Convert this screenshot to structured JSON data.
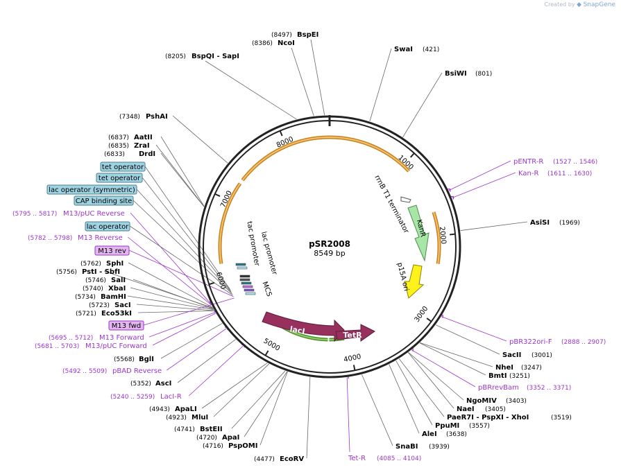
{
  "watermark": {
    "created_by": "Created by",
    "brand": "SnapGene"
  },
  "plasmid": {
    "name": "pSR2008",
    "length_label": "8549 bp",
    "length": 8549
  },
  "colors": {
    "backbone": "#222222",
    "site_line": "#666666",
    "primer": "#9a35c9",
    "feature_box": "#9fd3e2",
    "feature_box_border": "#4a7f93",
    "primer_box": "#e4b6f0",
    "primer_box_border": "#9a35c9",
    "orf": "#a8e6a8",
    "lacI": "#98305e",
    "p15A": "#fff21a",
    "promoter_arc": "#e39a2e",
    "green_arc": "#8fd16a"
  },
  "ticks": [
    {
      "label": "1000",
      "pos": 1000
    },
    {
      "label": "2000",
      "pos": 2000
    },
    {
      "label": "3000",
      "pos": 3000
    },
    {
      "label": "4000",
      "pos": 4000
    },
    {
      "label": "5000",
      "pos": 5000
    },
    {
      "label": "6000",
      "pos": 6000
    },
    {
      "label": "7000",
      "pos": 7000
    },
    {
      "label": "8000",
      "pos": 8000
    }
  ],
  "sites": [
    {
      "name": "BspEI",
      "coord": "(8497)",
      "pos": 8497,
      "side": "top"
    },
    {
      "name": "NcoI",
      "coord": "(8386)",
      "pos": 8386,
      "side": "top"
    },
    {
      "name": "BspQI",
      "extra": "SapI",
      "coord": "(8205)",
      "pos": 8205,
      "side": "top"
    },
    {
      "name": "SwaI",
      "coord": "(421)",
      "pos": 421,
      "side": "right"
    },
    {
      "name": "BsiWI",
      "coord": "(801)",
      "pos": 801,
      "side": "right"
    },
    {
      "name": "PshAI",
      "coord": "(7348)",
      "pos": 7348,
      "side": "left"
    },
    {
      "name": "AatII",
      "coord": "(6837)",
      "pos": 6837,
      "side": "left"
    },
    {
      "name": "ZraI",
      "coord": "(6835)",
      "pos": 6835,
      "side": "left"
    },
    {
      "name": "DrdI",
      "coord": "(6833)",
      "pos": 6833,
      "side": "left"
    },
    {
      "name": "AsiSI",
      "coord": "(1969)",
      "pos": 1969,
      "side": "right"
    },
    {
      "name": "SphI",
      "coord": "(5762)",
      "pos": 5762,
      "side": "left"
    },
    {
      "name": "PstI",
      "extra": "SbfI",
      "coord": "(5756)",
      "pos": 5756,
      "side": "left"
    },
    {
      "name": "SalI",
      "coord": "(5746)",
      "pos": 5746,
      "side": "left"
    },
    {
      "name": "XbaI",
      "coord": "(5740)",
      "pos": 5740,
      "side": "left"
    },
    {
      "name": "BamHI",
      "coord": "(5734)",
      "pos": 5734,
      "side": "left"
    },
    {
      "name": "SacI",
      "coord": "(5723)",
      "pos": 5723,
      "side": "left"
    },
    {
      "name": "Eco53kI",
      "coord": "(5721)",
      "pos": 5721,
      "side": "left"
    },
    {
      "name": "BglI",
      "coord": "(5568)",
      "pos": 5568,
      "side": "left"
    },
    {
      "name": "AscI",
      "coord": "(5352)",
      "pos": 5352,
      "side": "left"
    },
    {
      "name": "ApaLI",
      "coord": "(4943)",
      "pos": 4943,
      "side": "left"
    },
    {
      "name": "MluI",
      "coord": "(4923)",
      "pos": 4923,
      "side": "left"
    },
    {
      "name": "BstEII",
      "coord": "(4741)",
      "pos": 4741,
      "side": "left"
    },
    {
      "name": "ApaI",
      "coord": "(4720)",
      "pos": 4720,
      "side": "left"
    },
    {
      "name": "PspOMI",
      "coord": "(4716)",
      "pos": 4716,
      "side": "left"
    },
    {
      "name": "EcoRV",
      "coord": "(4477)",
      "pos": 4477,
      "side": "left"
    },
    {
      "name": "SacII",
      "coord": "(3001)",
      "pos": 3001,
      "side": "right"
    },
    {
      "name": "NheI",
      "coord": "(3247)",
      "pos": 3247,
      "side": "right"
    },
    {
      "name": "BmtI",
      "coord": "(3251)",
      "pos": 3251,
      "side": "right"
    },
    {
      "name": "NgoMIV",
      "coord": "(3403)",
      "pos": 3403,
      "side": "right"
    },
    {
      "name": "NaeI",
      "coord": "(3405)",
      "pos": 3405,
      "side": "right"
    },
    {
      "name": "PaeR7I",
      "extra": "PspXI",
      "extra2": "XhoI",
      "coord": "(3519)",
      "pos": 3519,
      "side": "right"
    },
    {
      "name": "PpuMI",
      "coord": "(3557)",
      "pos": 3557,
      "side": "right"
    },
    {
      "name": "AleI",
      "coord": "(3638)",
      "pos": 3638,
      "side": "right"
    },
    {
      "name": "SnaBI",
      "coord": "(3939)",
      "pos": 3939,
      "side": "right"
    }
  ],
  "primers_text": [
    {
      "name": "pENTR-R",
      "range": "(1527 .. 1546)",
      "pos": 1536,
      "side": "right"
    },
    {
      "name": "Kan-R",
      "range": "(1611 .. 1630)",
      "pos": 1620,
      "side": "right"
    },
    {
      "name": "pBR322ori-F",
      "range": "(2888 .. 2907)",
      "pos": 2897,
      "side": "right"
    },
    {
      "name": "pBRrevBam",
      "range": "(3352 .. 3371)",
      "pos": 3361,
      "side": "right"
    },
    {
      "name": "Tet-R",
      "range": "(4085 .. 4104)",
      "pos": 4094,
      "side": "bottom"
    },
    {
      "name": "M13/pUC Reverse",
      "range": "(5795 .. 5817)",
      "pos": 5806,
      "side": "left"
    },
    {
      "name": "M13 Reverse",
      "range": "(5782 .. 5798)",
      "pos": 5790,
      "side": "left"
    },
    {
      "name": "M13 Forward",
      "range": "(5695 .. 5712)",
      "pos": 5703,
      "side": "left"
    },
    {
      "name": "M13/pUC Forward",
      "range": "(5681 .. 5703)",
      "pos": 5692,
      "side": "left"
    },
    {
      "name": "pBAD Reverse",
      "range": "(5492 .. 5509)",
      "pos": 5500,
      "side": "left"
    },
    {
      "name": "LacI-R",
      "range": "(5240 .. 5259)",
      "pos": 5250,
      "side": "left"
    }
  ],
  "boxed_features": [
    {
      "name": "tet operator",
      "pos": 5870,
      "kind": "feature"
    },
    {
      "name": "tet operator",
      "pos": 5855,
      "kind": "feature"
    },
    {
      "name": "lac operator (symmetric)",
      "pos": 5835,
      "kind": "feature"
    },
    {
      "name": "CAP binding site",
      "pos": 5820,
      "kind": "feature"
    },
    {
      "name": "lac operator",
      "pos": 5800,
      "kind": "feature"
    },
    {
      "name": "M13 rev",
      "pos": 5785,
      "kind": "primer"
    },
    {
      "name": "M13 fwd",
      "pos": 5700,
      "kind": "primer"
    }
  ],
  "features": [
    {
      "name": "rrnB T1 terminator",
      "kind": "label"
    },
    {
      "name": "KanR",
      "kind": "arrow"
    },
    {
      "name": "p15A ori",
      "kind": "arrow"
    },
    {
      "name": "lacI",
      "kind": "arrow"
    },
    {
      "name": "TetR",
      "kind": "arrow"
    },
    {
      "name": "tac promoter",
      "kind": "label"
    },
    {
      "name": "lac promoter",
      "kind": "label"
    },
    {
      "name": "MCS",
      "kind": "label"
    }
  ]
}
